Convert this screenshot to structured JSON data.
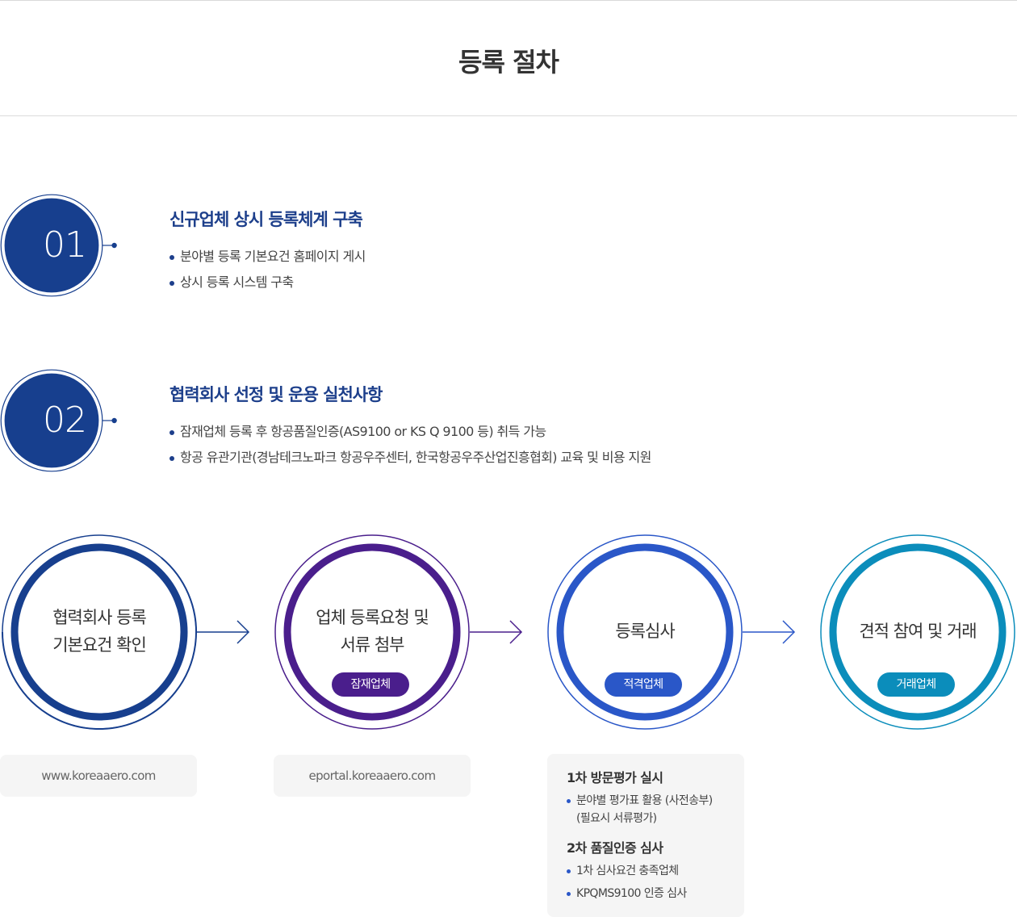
{
  "page": {
    "title": "등록 절차"
  },
  "steps": [
    {
      "number": "01",
      "heading": "신규업체 상시 등록체계 구축",
      "items": [
        "분야별 등록 기본요건 홈페이지 게시",
        "상시 등록 시스템 구축"
      ]
    },
    {
      "number": "02",
      "heading": "협력회사 선정 및 운용 실천사항",
      "items": [
        "잠재업체 등록 후 항공품질인증(AS9100 or KS Q 9100 등) 취득 가능",
        "항공 유관기관(경남테크노파크 항공우주센터, 한국항공우주산업진흥협회) 교육 및 비용 지원"
      ]
    }
  ],
  "flow": [
    {
      "line1": "협력회사 등록",
      "line2": "기본요건 확인",
      "badge": "",
      "color": "#173f8e"
    },
    {
      "line1": "업체 등록요청 및",
      "line2": "서류 첨부",
      "badge": "잠재업체",
      "color": "#4a1e8c"
    },
    {
      "line1": "등록심사",
      "line2": "",
      "badge": "적격업체",
      "color": "#2a57c8"
    },
    {
      "line1": "견적 참여 및 거래",
      "line2": "",
      "badge": "거래업체",
      "color": "#0b8dbb"
    }
  ],
  "links": {
    "site": "www.koreaaero.com",
    "portal": "eportal.koreaaero.com"
  },
  "review": {
    "first": {
      "title": "1차 방문평가 실시",
      "items": [
        "분야별 평가표 활용 (사전송부) (필요시 서류평가)"
      ]
    },
    "second": {
      "title": "2차 품질인증 심사",
      "items": [
        "1차 심사요건 충족업체",
        "KPQMS9100 인증 심사"
      ]
    }
  },
  "colors": {
    "primary": "#173f8e",
    "heading": "#1d3f8b"
  }
}
